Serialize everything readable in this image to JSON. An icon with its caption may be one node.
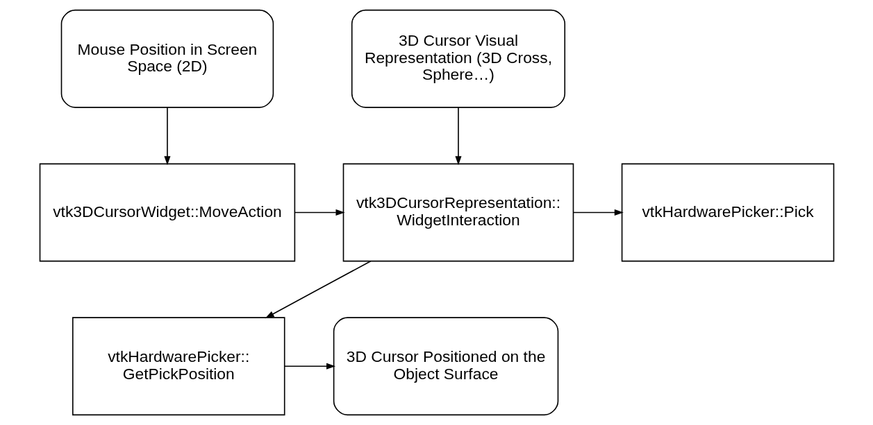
{
  "diagram": {
    "nodes": [
      {
        "text": [
          "Mouse Position in Screen Space (2D)"
        ]
      },
      {
        "text": [
          "3D Cursor Visual Representation (3D Cross, Sphere…)"
        ]
      },
      {
        "text": [
          "vtk3DCursorWidget::MoveAction"
        ]
      },
      {
        "text": [
          "vtk3DCursorRepresentation:: WidgetInteraction"
        ]
      },
      {
        "text": [
          "vtkHardwarePicker::Pick"
        ]
      },
      {
        "text": [
          "3D Cursor Positioned on the Object Surface"
        ]
      },
      {
        "text": [
          "vtkHardwarePicker:: GetPickPosition"
        ]
      }
    ],
    "edges": [
      {
        "from": 0,
        "to": 2,
        "arrow": "to"
      },
      {
        "from": 1,
        "to": 3,
        "arrow": "to"
      },
      {
        "from": 2,
        "to": 3,
        "arrow": "to"
      },
      {
        "from": 3,
        "to": 4,
        "arrow": "to"
      },
      {
        "from": 3,
        "to": 6,
        "arrow": "to"
      },
      {
        "from": 6,
        "to": 5,
        "arrow": "to"
      }
    ]
  }
}
